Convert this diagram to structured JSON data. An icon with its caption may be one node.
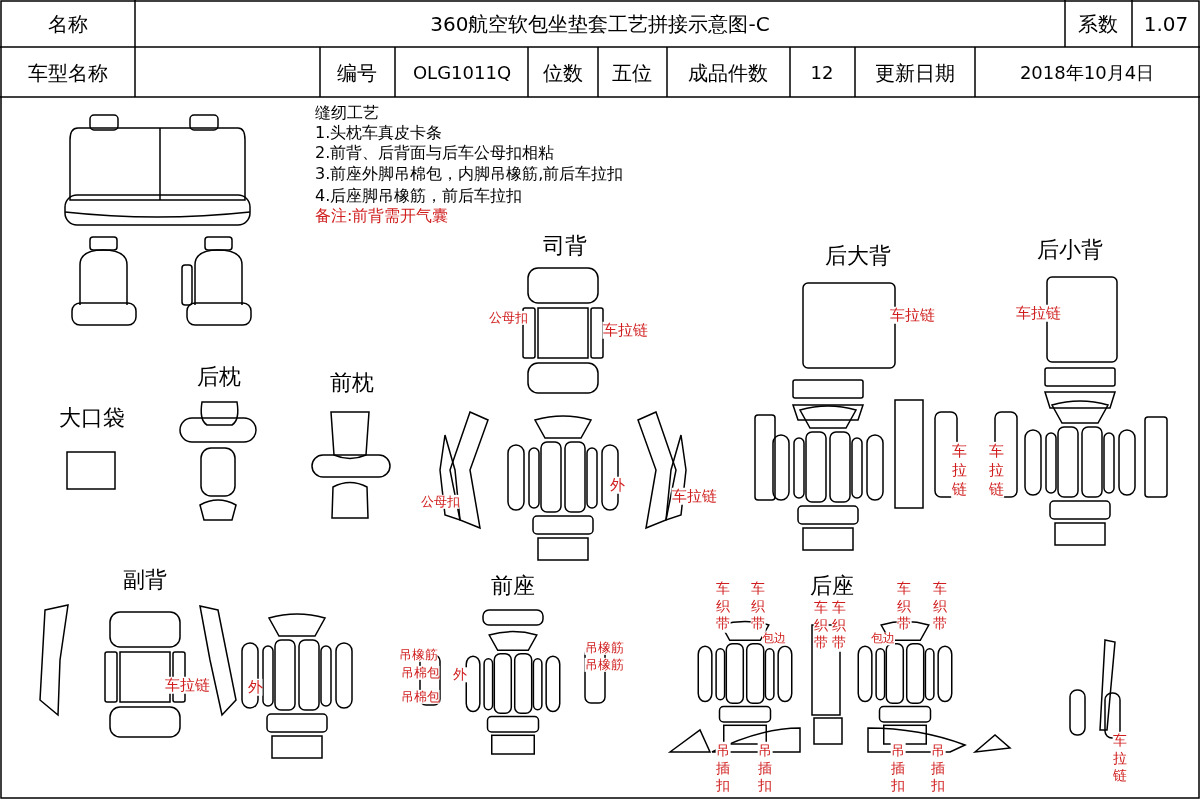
{
  "diagram": {
    "title": "360航空软包坐垫套工艺拼接示意图-C",
    "labels": [
      "名称",
      "系数",
      "1.07",
      "车型名称",
      "编号",
      "OLG1011Q",
      "位数",
      "五位",
      "成品件数",
      "12",
      "更新日期",
      "2018年10月4日",
      "缝纫工艺",
      "1.头枕车真皮卡条",
      "2.前背、后背面与后车公母扣相粘",
      "3.前座外脚吊棉包，内脚吊橡筋,前后车拉扣",
      "4.后座脚吊橡筋，前后车拉扣",
      "备注:前背需开气囊",
      "司背",
      "后大背",
      "后小背",
      "公母扣",
      "车拉链",
      "车拉链",
      "车拉链",
      "后枕",
      "前枕",
      "大口袋",
      "车拉链",
      "车拉链",
      "外",
      "公母扣",
      "车拉链",
      "副背",
      "前座",
      "后座",
      "车织带",
      "车织带",
      "车织带",
      "车织带",
      "车织带",
      "车织带",
      "包边",
      "包边",
      "吊橡筋",
      "吊橡筋",
      "吊橡筋",
      "吊棉包",
      "外",
      "吊棉包",
      "车拉链",
      "外",
      "吊插扣",
      "吊插扣",
      "吊插扣",
      "吊插扣",
      "车拉链"
    ]
  }
}
